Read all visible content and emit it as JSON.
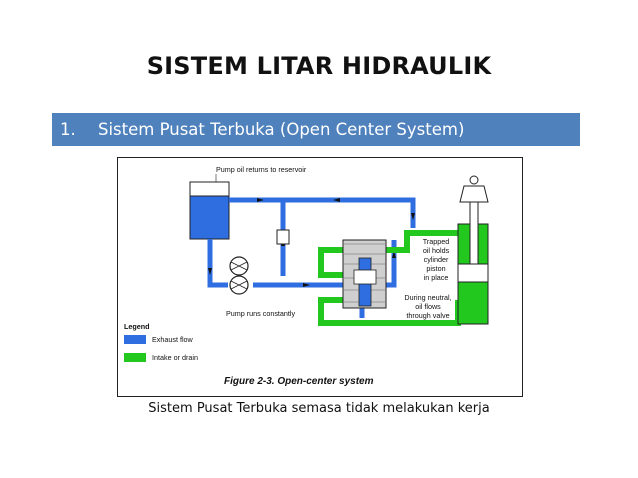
{
  "title": "SISTEM LITAR HIDRAULIK",
  "section": {
    "number": "1.",
    "label": "Sistem Pusat Terbuka (Open Center System)"
  },
  "diagram": {
    "label_returns": "Pump oil returns to reservoir",
    "label_pump": "Pump runs constantly",
    "label_trapped": [
      "Trapped",
      "oil holds",
      "cylinder",
      "piston",
      "in place"
    ],
    "label_neutral": [
      "During neutral,",
      "oil flows",
      "through valve"
    ],
    "legend_title": "Legend",
    "legend_items": [
      {
        "label": "Exhaust flow",
        "color": "#2f6ee0"
      },
      {
        "label": "Intake or drain",
        "color": "#22c81e"
      }
    ],
    "figure_title": "Figure 2-3. Open-center system"
  },
  "caption": "Sistem Pusat Terbuka semasa tidak melakukan kerja",
  "colors": {
    "bar": "#4f81bd",
    "blue_line": "#2f6ee0",
    "green_line": "#22c81e"
  }
}
